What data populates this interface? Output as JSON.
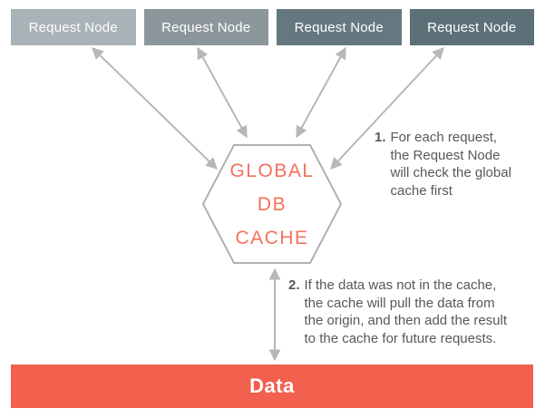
{
  "colors": {
    "box1": "#a9b3b7",
    "box2": "#8c979b",
    "box3": "#65787f",
    "box4": "#5d7077",
    "arrow": "#b7b7b7",
    "hex_border": "#b0b0b0",
    "accent": "#f2604e",
    "accent_text": "#f4705e",
    "annotation_text": "#58585a"
  },
  "nodes": [
    {
      "label": "Request Node"
    },
    {
      "label": "Request Node"
    },
    {
      "label": "Request Node"
    },
    {
      "label": "Request Node"
    }
  ],
  "hexagon": {
    "lines": [
      "GLOBAL",
      "DB",
      "CACHE"
    ]
  },
  "annotations": [
    {
      "num": "1.",
      "lines": [
        "For each request,",
        "the Request Node",
        "will check the global",
        "cache first"
      ]
    },
    {
      "num": "2.",
      "lines": [
        "If the data was not in the cache,",
        "the cache will pull the data from",
        "the origin, and then add the result",
        "to the cache for future requests."
      ]
    }
  ],
  "data_bar": {
    "label": "Data"
  }
}
